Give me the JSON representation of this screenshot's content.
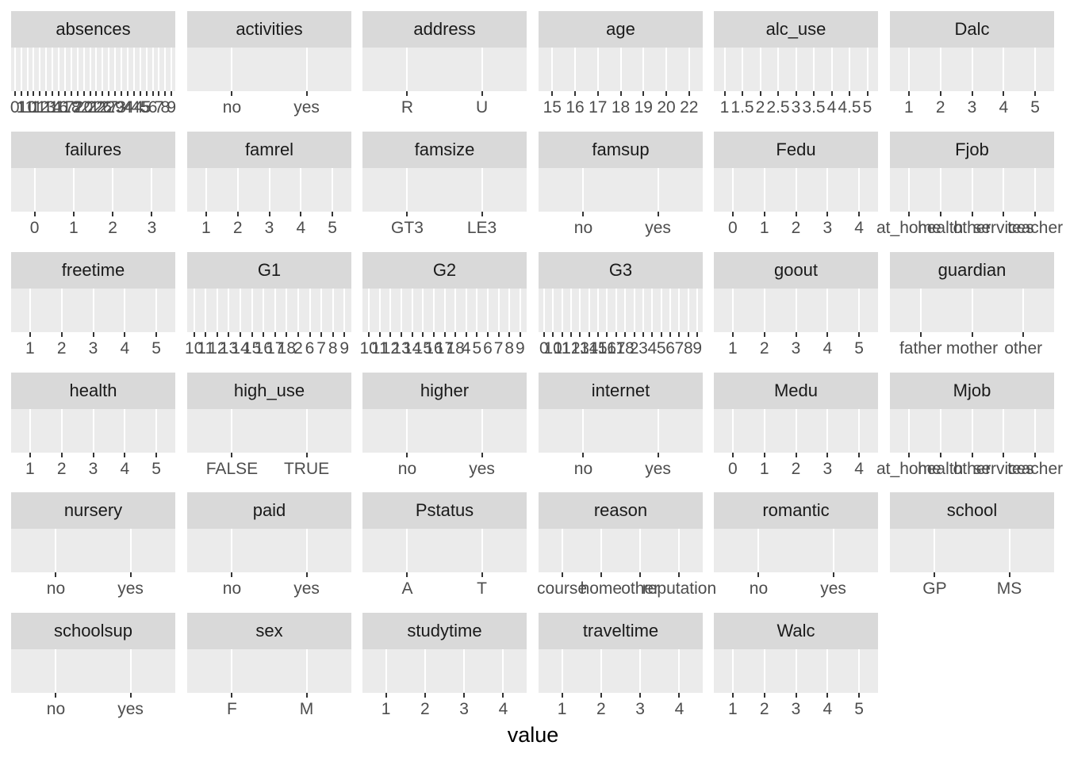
{
  "chart_data": {
    "type": "faceted-axis-grid",
    "xlabel": "value",
    "ylabel": "",
    "grid": true,
    "ncol": 6,
    "facets": [
      {
        "name": "absences",
        "ticks": [
          "0",
          "1",
          "10",
          "11",
          "12",
          "13",
          "14",
          "16",
          "17",
          "18",
          "2",
          "20",
          "21",
          "22",
          "26",
          "27",
          "29",
          "3",
          "4",
          "44",
          "45",
          "5",
          "6",
          "7",
          "8",
          "9"
        ]
      },
      {
        "name": "activities",
        "ticks": [
          "no",
          "yes"
        ]
      },
      {
        "name": "address",
        "ticks": [
          "R",
          "U"
        ]
      },
      {
        "name": "age",
        "ticks": [
          "15",
          "16",
          "17",
          "18",
          "19",
          "20",
          "22"
        ]
      },
      {
        "name": "alc_use",
        "ticks": [
          "1",
          "1.5",
          "2",
          "2.5",
          "3",
          "3.5",
          "4",
          "4.5",
          "5"
        ]
      },
      {
        "name": "Dalc",
        "ticks": [
          "1",
          "2",
          "3",
          "4",
          "5"
        ]
      },
      {
        "name": "failures",
        "ticks": [
          "0",
          "1",
          "2",
          "3"
        ]
      },
      {
        "name": "famrel",
        "ticks": [
          "1",
          "2",
          "3",
          "4",
          "5"
        ]
      },
      {
        "name": "famsize",
        "ticks": [
          "GT3",
          "LE3"
        ]
      },
      {
        "name": "famsup",
        "ticks": [
          "no",
          "yes"
        ]
      },
      {
        "name": "Fedu",
        "ticks": [
          "0",
          "1",
          "2",
          "3",
          "4"
        ]
      },
      {
        "name": "Fjob",
        "ticks": [
          "at_home",
          "health",
          "other",
          "services",
          "teacher"
        ]
      },
      {
        "name": "freetime",
        "ticks": [
          "1",
          "2",
          "3",
          "4",
          "5"
        ]
      },
      {
        "name": "G1",
        "ticks": [
          "10",
          "11",
          "12",
          "13",
          "14",
          "15",
          "16",
          "17",
          "18",
          "2",
          "6",
          "7",
          "8",
          "9"
        ]
      },
      {
        "name": "G2",
        "ticks": [
          "10",
          "11",
          "12",
          "13",
          "14",
          "15",
          "16",
          "17",
          "18",
          "4",
          "5",
          "6",
          "7",
          "8",
          "9"
        ]
      },
      {
        "name": "G3",
        "ticks": [
          "0",
          "10",
          "11",
          "12",
          "13",
          "14",
          "15",
          "16",
          "17",
          "18",
          "2",
          "3",
          "4",
          "5",
          "6",
          "7",
          "8",
          "9"
        ]
      },
      {
        "name": "goout",
        "ticks": [
          "1",
          "2",
          "3",
          "4",
          "5"
        ]
      },
      {
        "name": "guardian",
        "ticks": [
          "father",
          "mother",
          "other"
        ]
      },
      {
        "name": "health",
        "ticks": [
          "1",
          "2",
          "3",
          "4",
          "5"
        ]
      },
      {
        "name": "high_use",
        "ticks": [
          "FALSE",
          "TRUE"
        ]
      },
      {
        "name": "higher",
        "ticks": [
          "no",
          "yes"
        ]
      },
      {
        "name": "internet",
        "ticks": [
          "no",
          "yes"
        ]
      },
      {
        "name": "Medu",
        "ticks": [
          "0",
          "1",
          "2",
          "3",
          "4"
        ]
      },
      {
        "name": "Mjob",
        "ticks": [
          "at_home",
          "health",
          "other",
          "services",
          "teacher"
        ]
      },
      {
        "name": "nursery",
        "ticks": [
          "no",
          "yes"
        ]
      },
      {
        "name": "paid",
        "ticks": [
          "no",
          "yes"
        ]
      },
      {
        "name": "Pstatus",
        "ticks": [
          "A",
          "T"
        ]
      },
      {
        "name": "reason",
        "ticks": [
          "course",
          "home",
          "other",
          "reputation"
        ]
      },
      {
        "name": "romantic",
        "ticks": [
          "no",
          "yes"
        ]
      },
      {
        "name": "school",
        "ticks": [
          "GP",
          "MS"
        ]
      },
      {
        "name": "schoolsup",
        "ticks": [
          "no",
          "yes"
        ]
      },
      {
        "name": "sex",
        "ticks": [
          "F",
          "M"
        ]
      },
      {
        "name": "studytime",
        "ticks": [
          "1",
          "2",
          "3",
          "4"
        ]
      },
      {
        "name": "traveltime",
        "ticks": [
          "1",
          "2",
          "3",
          "4"
        ]
      },
      {
        "name": "Walc",
        "ticks": [
          "1",
          "2",
          "3",
          "4",
          "5"
        ]
      }
    ]
  }
}
